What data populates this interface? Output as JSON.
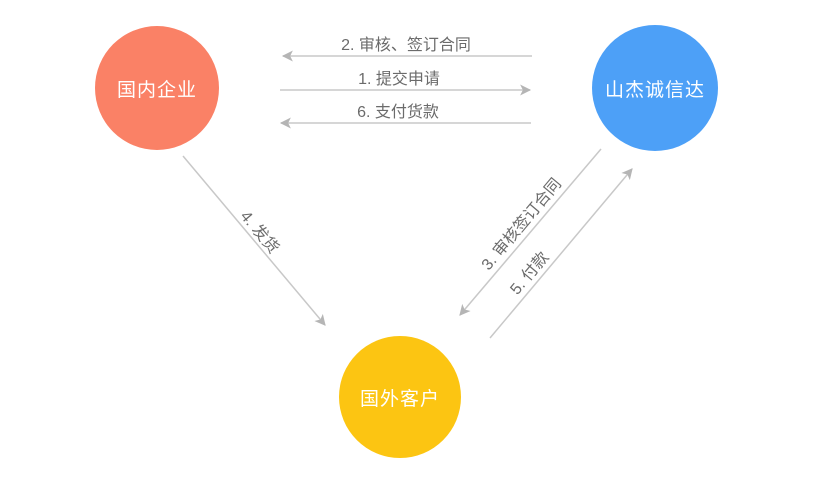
{
  "diagram": {
    "title": "trade-flow-diagram",
    "nodes": {
      "domestic": {
        "label": "国内企业",
        "color": "#fa8166"
      },
      "company": {
        "label": "山杰诚信达",
        "color": "#4da0f7"
      },
      "foreign": {
        "label": "国外客户",
        "color": "#fcc512"
      }
    },
    "flows": {
      "step1": {
        "label": "1. 提交申请",
        "from": "domestic",
        "to": "company",
        "direction": "right"
      },
      "step2": {
        "label": "2. 审核、签订合同",
        "from": "company",
        "to": "domestic",
        "direction": "left"
      },
      "step3": {
        "label": "3. 审核签订合同",
        "from": "company",
        "to": "foreign",
        "direction": "down-left"
      },
      "step4": {
        "label": "4. 发货",
        "from": "domestic",
        "to": "foreign",
        "direction": "down-right"
      },
      "step5": {
        "label": "5. 付款",
        "from": "foreign",
        "to": "company",
        "direction": "up-right"
      },
      "step6": {
        "label": "6. 支付货款",
        "from": "company",
        "to": "domestic",
        "direction": "left"
      }
    },
    "colors": {
      "arrow_line": "#c8c8c8",
      "arrow_head": "#b5b5b5",
      "label_text": "#6b6b6b",
      "node_text": "#ffffff",
      "background": "#ffffff"
    }
  }
}
